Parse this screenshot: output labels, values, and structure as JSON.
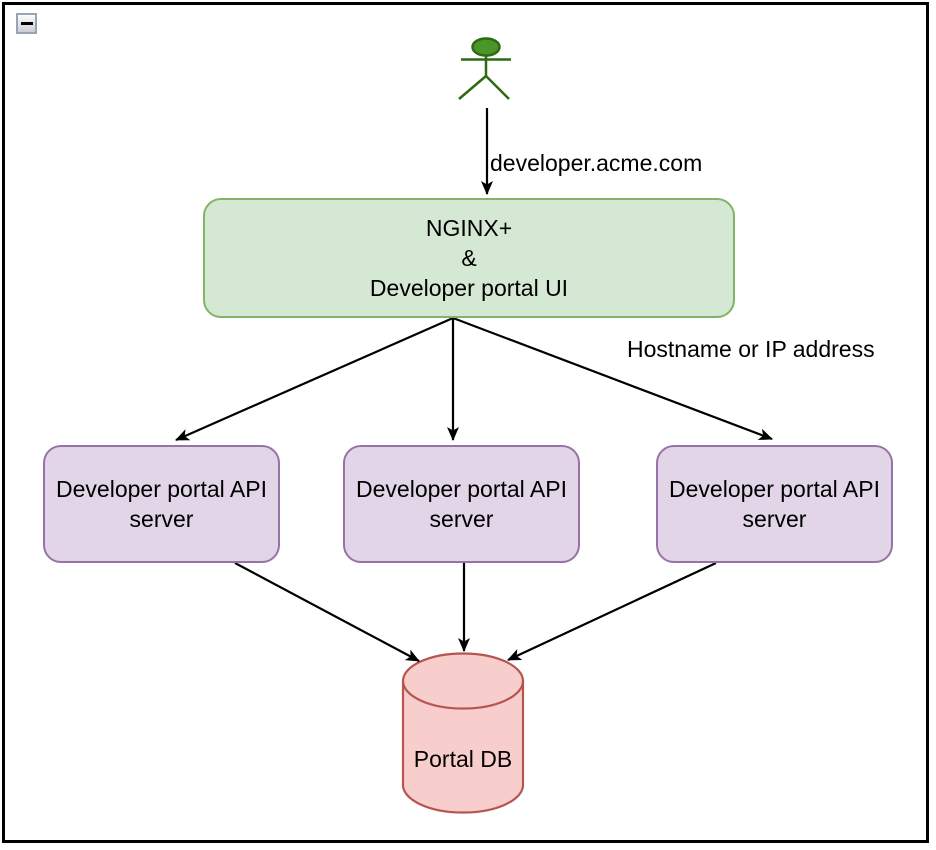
{
  "window": {
    "collapse_icon": "minus"
  },
  "colors": {
    "frame_border": "#000000",
    "arrow": "#000000",
    "actor_fill": "#4a9628",
    "actor_stroke": "#2d6a12",
    "gateway_fill": "#d5e8d4",
    "gateway_stroke": "#82b366",
    "api_fill": "#e1d5e7",
    "api_stroke": "#9673a6",
    "db_fill": "#f8cecc",
    "db_stroke": "#b85450"
  },
  "diagram": {
    "annotations": {
      "domain": "developer.acme.com",
      "routing": "Hostname or IP address"
    },
    "nodes": {
      "gateway": {
        "label": "NGINX+\n&\nDeveloper portal UI"
      },
      "api_servers": [
        {
          "label": "Developer portal API\nserver"
        },
        {
          "label": "Developer portal API\nserver"
        },
        {
          "label": "Developer portal API\nserver"
        }
      ],
      "database": {
        "label": "Portal DB"
      }
    }
  }
}
